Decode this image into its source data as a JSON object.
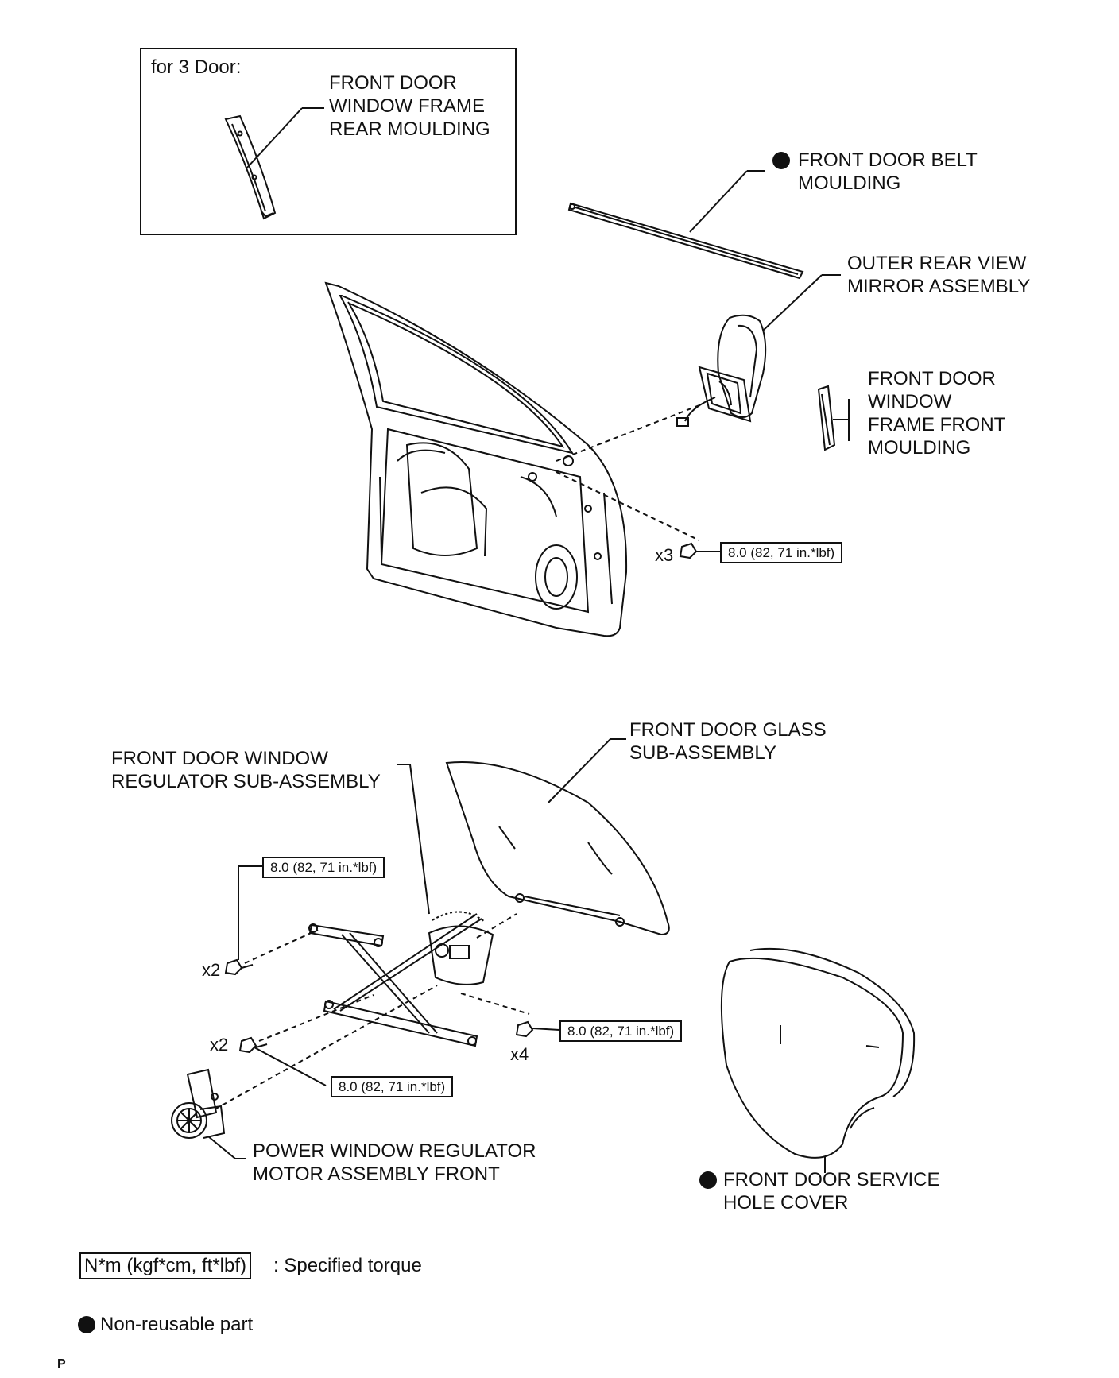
{
  "inset": {
    "caption": "for 3 Door:",
    "part_label": [
      "FRONT DOOR",
      "WINDOW FRAME",
      "REAR MOULDING"
    ]
  },
  "parts": {
    "belt_moulding": [
      "FRONT DOOR BELT",
      "MOULDING"
    ],
    "mirror": [
      "OUTER REAR VIEW",
      "MIRROR ASSEMBLY"
    ],
    "frame_front_moulding": [
      "FRONT DOOR",
      "WINDOW",
      "FRAME FRONT",
      "MOULDING"
    ],
    "glass": [
      "FRONT DOOR GLASS",
      "SUB-ASSEMBLY"
    ],
    "regulator": [
      "FRONT DOOR WINDOW",
      "REGULATOR SUB-ASSEMBLY"
    ],
    "motor": [
      "POWER WINDOW REGULATOR",
      "MOTOR ASSEMBLY FRONT"
    ],
    "service_hole_cover": [
      "FRONT DOOR SERVICE",
      "HOLE COVER"
    ]
  },
  "torque": {
    "mirror_bolts": "8.0 (82, 71 in.*lbf)",
    "regulator_upper": "8.0 (82, 71 in.*lbf)",
    "regulator_right": "8.0 (82, 71 in.*lbf)",
    "motor_bolts": "8.0 (82, 71 in.*lbf)"
  },
  "quantities": {
    "mirror_bolts": "x3",
    "regulator_upper": "x2",
    "motor_bolts": "x2",
    "regulator_right": "x4"
  },
  "legend": {
    "torque_unit": "N*m (kgf*cm, ft*lbf)",
    "torque_desc": ": Specified torque",
    "non_reusable": "Non-reusable part"
  },
  "corner_mark": "P",
  "colors": {
    "ink": "#111111",
    "background": "#ffffff"
  },
  "icons": {
    "non_reusable_marker": "filled-circle"
  }
}
